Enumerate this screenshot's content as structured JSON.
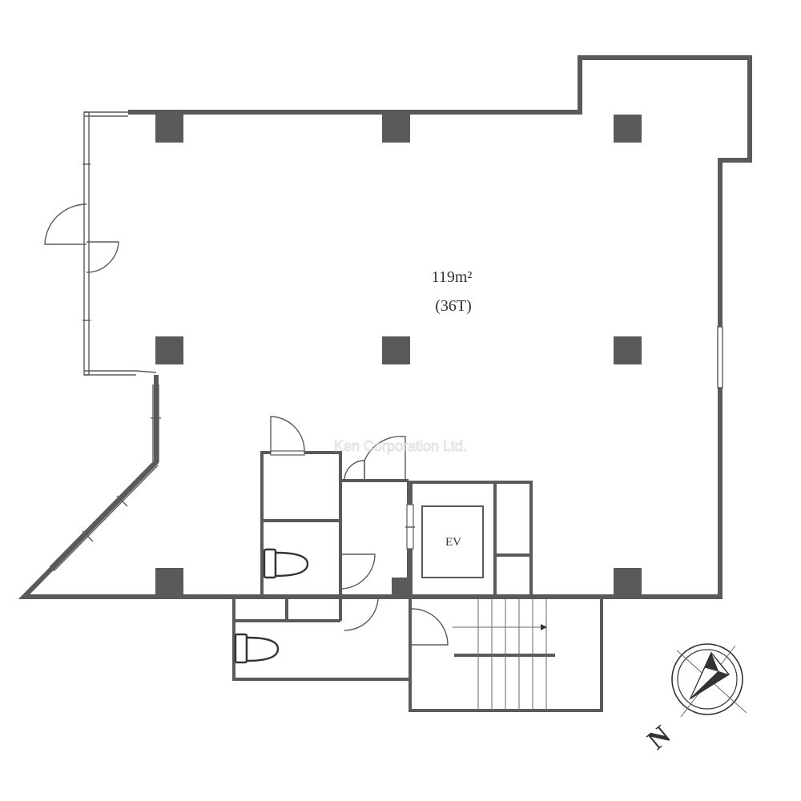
{
  "plan": {
    "area_label": "119m²",
    "tsubo_label": "(36T)",
    "elevator_label": "EV",
    "watermark": "Ken Corporation Ltd.",
    "compass_letter": "N"
  },
  "colors": {
    "wall": "#5a5a5a",
    "column": "#5a5a5a",
    "background": "#ffffff"
  },
  "icons": {
    "compass": "north-arrow-icon",
    "toilet": "toilet-icon",
    "door": "door-swing-icon"
  }
}
